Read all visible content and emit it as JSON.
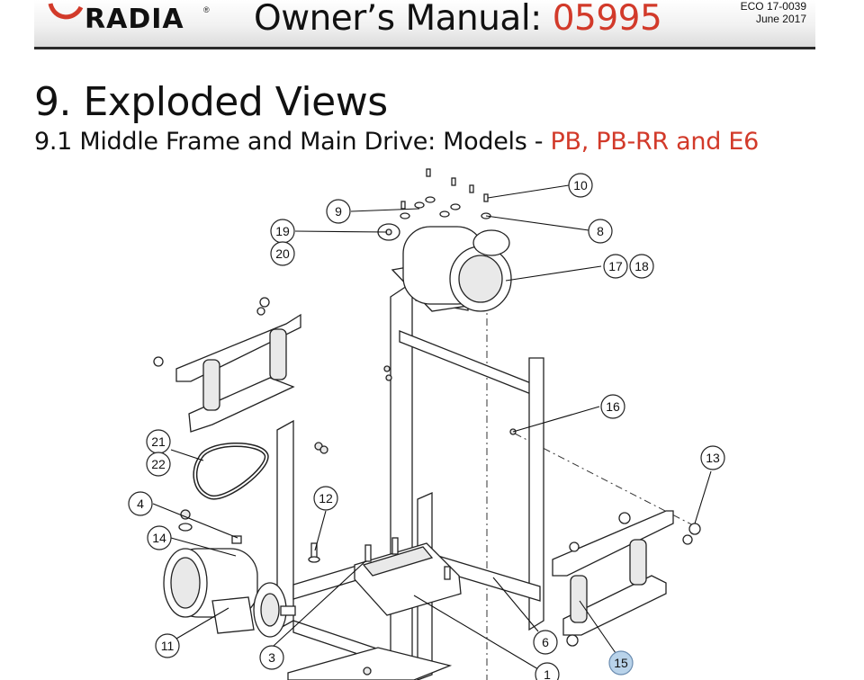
{
  "header": {
    "brand": "RADIA",
    "manual_label": "Owner’s Manual: ",
    "manual_number": "05995",
    "eco": "ECO 17-0039",
    "date": "June 2017",
    "accent_color": "#d23a2a"
  },
  "section": {
    "title": "9. Exploded Views",
    "subtitle_prefix": "9.1 Middle Frame and Main Drive: Models - ",
    "subtitle_models": "PB, PB-RR and E6"
  },
  "callouts": [
    {
      "id": "c10",
      "label": "10"
    },
    {
      "id": "c9",
      "label": "9"
    },
    {
      "id": "c8",
      "label": "8"
    },
    {
      "id": "c19",
      "label": "19"
    },
    {
      "id": "c20",
      "label": "20"
    },
    {
      "id": "c17",
      "label": "17"
    },
    {
      "id": "c18",
      "label": "18"
    },
    {
      "id": "c16",
      "label": "16"
    },
    {
      "id": "c21",
      "label": "21"
    },
    {
      "id": "c22",
      "label": "22"
    },
    {
      "id": "c13",
      "label": "13"
    },
    {
      "id": "c4",
      "label": "4"
    },
    {
      "id": "c12",
      "label": "12"
    },
    {
      "id": "c14",
      "label": "14"
    },
    {
      "id": "c6",
      "label": "6"
    },
    {
      "id": "c11",
      "label": "11"
    },
    {
      "id": "c3",
      "label": "3"
    },
    {
      "id": "c15",
      "label": "15",
      "highlighted": true
    },
    {
      "id": "c1",
      "label": "1"
    }
  ]
}
